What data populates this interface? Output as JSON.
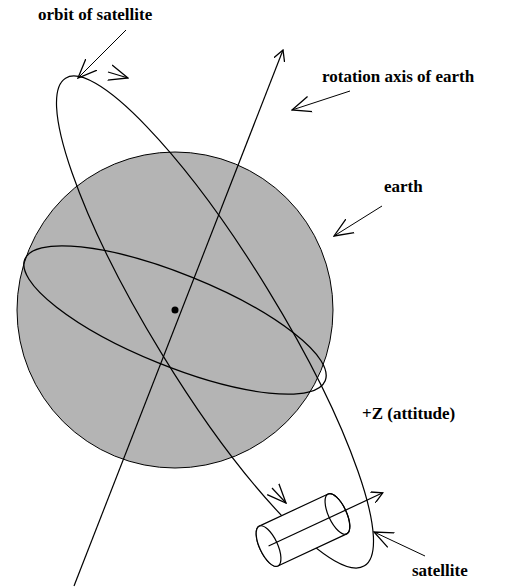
{
  "diagram": {
    "labels": [
      "orbit of satellite",
      "rotation axis of earth",
      "earth",
      "+Z (attitude)",
      "satellite"
    ]
  }
}
